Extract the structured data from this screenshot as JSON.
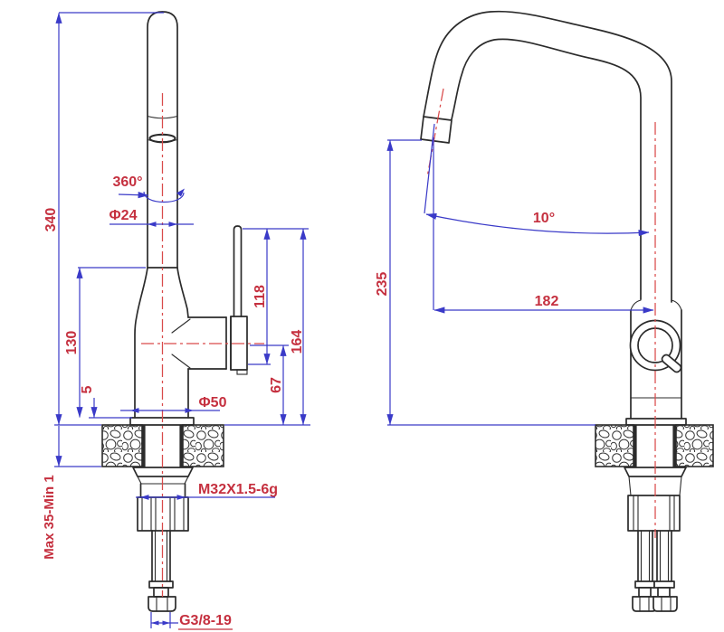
{
  "drawing": {
    "title": "faucet-installation-dimension-drawing",
    "views": {
      "front": "front-view",
      "side": "side-view"
    },
    "labels": {
      "total_height": "340",
      "deck_range": "Max 35-Min 1",
      "body_height": "130",
      "plate_height": "5",
      "swivel": "360°",
      "spout_dia": "Φ24",
      "base_dia": "Φ50",
      "handle_height": "118",
      "lever_top_height": "164",
      "outlet_height": "67",
      "mount_thread": "M32X1.5-6g",
      "supply_thread": "G3/8-19",
      "side_height": "235",
      "reach": "182",
      "tilt": "10°"
    },
    "colors": {
      "dimension_blue": "#3a3ac8",
      "label_red": "#c5303f",
      "centerline_red": "#d94a4a",
      "line_black": "#2b2b2b",
      "background": "#ffffff"
    }
  }
}
